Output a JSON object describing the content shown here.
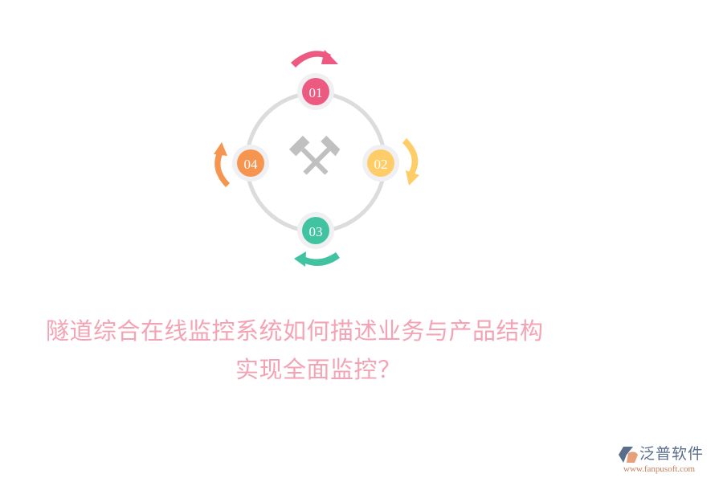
{
  "diagram": {
    "center_icon": "crossed-hammers-icon",
    "ring_color": "#dcdcdc",
    "node_halo_color": "#f0f0f2",
    "nodes": [
      {
        "label": "01",
        "color": "#ec5a82",
        "position": "top",
        "arrow_direction": "clockwise"
      },
      {
        "label": "02",
        "color": "#fecd67",
        "position": "right",
        "arrow_direction": "clockwise"
      },
      {
        "label": "03",
        "color": "#41c3a2",
        "position": "bottom",
        "arrow_direction": "clockwise"
      },
      {
        "label": "04",
        "color": "#f59550",
        "position": "left",
        "arrow_direction": "clockwise"
      }
    ],
    "icon_color": "#c0c0c0"
  },
  "title": {
    "line1": "隧道综合在线监控系统如何描述业务与产品结构",
    "line2": "实现全面监控？",
    "color": "#f4a3b4"
  },
  "logo": {
    "name": "泛普软件",
    "url": "www.fanpusoft.com",
    "icon": "fanpu-logo-icon"
  }
}
